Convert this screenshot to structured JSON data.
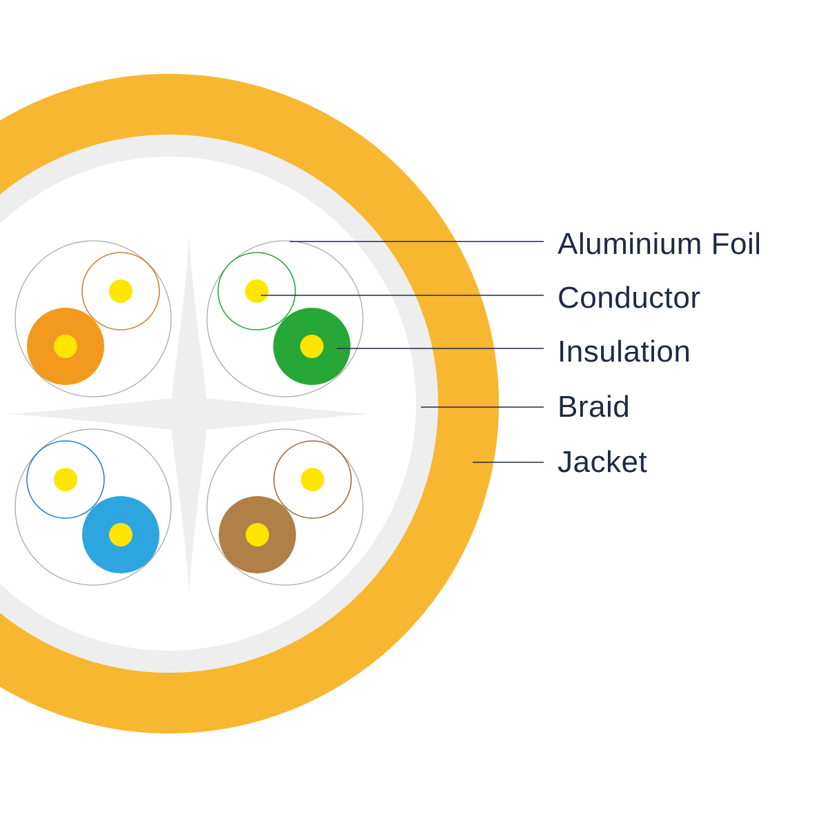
{
  "labels": {
    "aluminium_foil": "Aluminium Foil",
    "conductor": "Conductor",
    "insulation": "Insulation",
    "braid": "Braid",
    "jacket": "Jacket"
  },
  "colors": {
    "jacket": "#F7B731",
    "braid": "#EEEEEE",
    "core": "#FFFFFF",
    "separator": "#EEEEEE",
    "foil_outline": "#A8A8A8",
    "conductor": "#FFE500",
    "text": "#1E2A44",
    "leader": "#1E2A44",
    "pair_orange": "#F39A1E",
    "pair_orange_stripe": "#C9833A",
    "pair_green": "#27A737",
    "pair_green_stripe": "#27A737",
    "pair_blue": "#2DA6E0",
    "pair_blue_stripe": "#2D7FC0",
    "pair_brown": "#B08048",
    "pair_brown_stripe": "#9C6E3C"
  }
}
